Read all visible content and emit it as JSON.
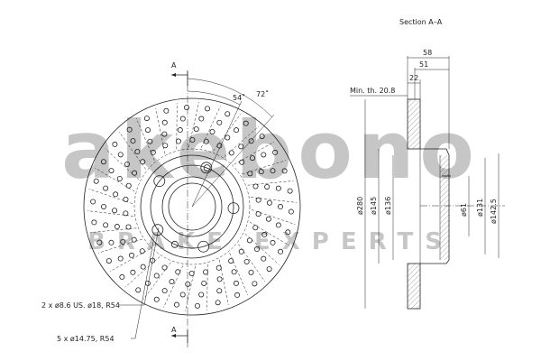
{
  "section_title": "Section A–A",
  "section_markers": [
    "A",
    "A"
  ],
  "min_thickness": "Min. th. 20.8",
  "dims_top": [
    "58",
    "51",
    "22"
  ],
  "dims_vertical": [
    "ø280",
    "ø145",
    "ø136",
    "ø61",
    "ø131",
    "ø142.5"
  ],
  "angles": [
    "54˚",
    "72˚"
  ],
  "callouts": {
    "holes_small": "2 x ø8.6 US. ø18, R54",
    "holes_large": "5 x ø14.75, R54"
  },
  "watermark": {
    "logo": "akebono",
    "tagline": "BRAKE EXPERTS"
  }
}
